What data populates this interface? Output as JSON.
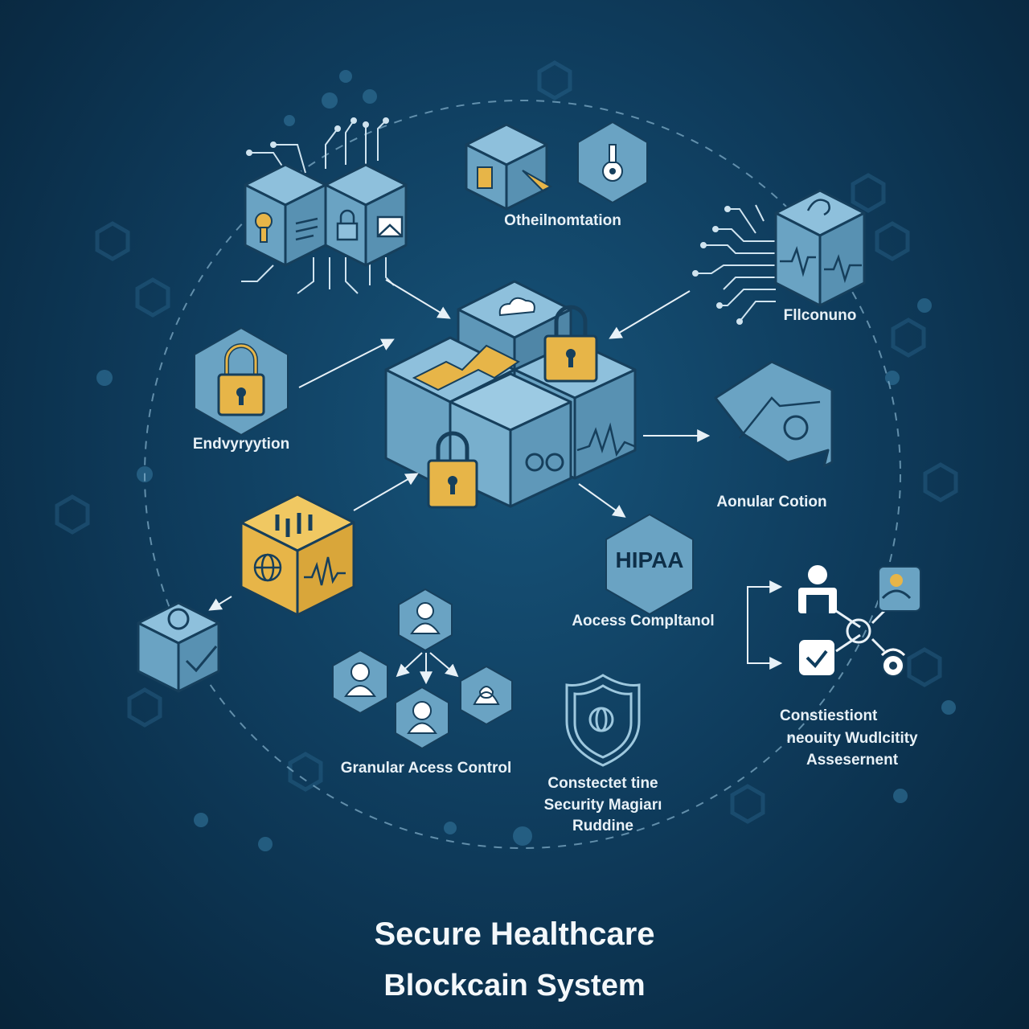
{
  "title": {
    "line1": "Secure Healthcare",
    "line2": "Blockcain System"
  },
  "nodes": {
    "top_center": "Otheilnomtation",
    "top_right": "Fllconuno",
    "left": "Endvyryytion",
    "right": "Aonular Cotion",
    "hipaa_badge": "HIPAA",
    "hipaa": "Aocess Compltanol",
    "bottom_center": "Granular Acess Control",
    "bottom_mid": [
      "Constectet tine",
      "Security Magiarı",
      "Ruddine"
    ],
    "bottom_right": [
      "Constiestiont",
      "neouity Wudlcitity",
      "Assesernent"
    ]
  },
  "colors": {
    "background": "#0f3d5e",
    "cube_blue": "#6ea6c6",
    "cube_gold": "#e7b548",
    "line": "#a9cfe4",
    "text": "#e8f1f7"
  },
  "icons": [
    "lock-icon",
    "key-icon",
    "cloud-icon",
    "envelope-icon",
    "globe-icon",
    "heartbeat-icon",
    "user-icon",
    "shield-icon",
    "document-icon",
    "tag-icon",
    "checklist-icon"
  ]
}
